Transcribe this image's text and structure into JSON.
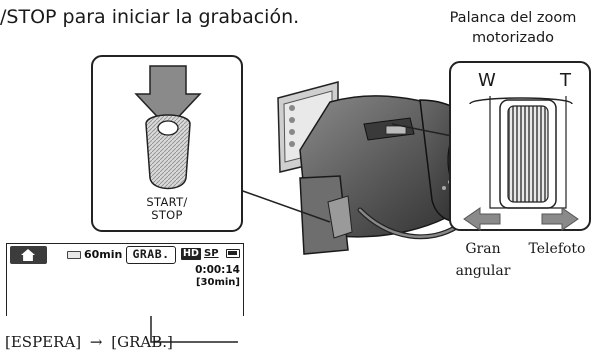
{
  "instruction": "/STOP para iniciar la grabación.",
  "zoom_lever": {
    "title_line1": "Palanca del zoom",
    "title_line2": "motorizado",
    "w_label": "W",
    "t_label": "T",
    "wide_label_line1": "Gran",
    "wide_label_line2": "angular",
    "tele_label": "Telefoto"
  },
  "button_panel": {
    "label_line1": "START/",
    "label_line2": "STOP"
  },
  "lcd": {
    "remaining_time": "60min",
    "status": "GRAB.",
    "quality_hd": "HD",
    "quality_sp": "SP",
    "counter": "0:00:14",
    "remaining_rec": "[30min]"
  },
  "transition": {
    "from": "[ESPERA]",
    "arrow": "→",
    "to": "[GRAB.]"
  },
  "colors": {
    "line": "#222222",
    "arrow_fill": "#8a8a8a",
    "camera_body": "#5a5a5a",
    "panel_fill": "#ffffff"
  }
}
